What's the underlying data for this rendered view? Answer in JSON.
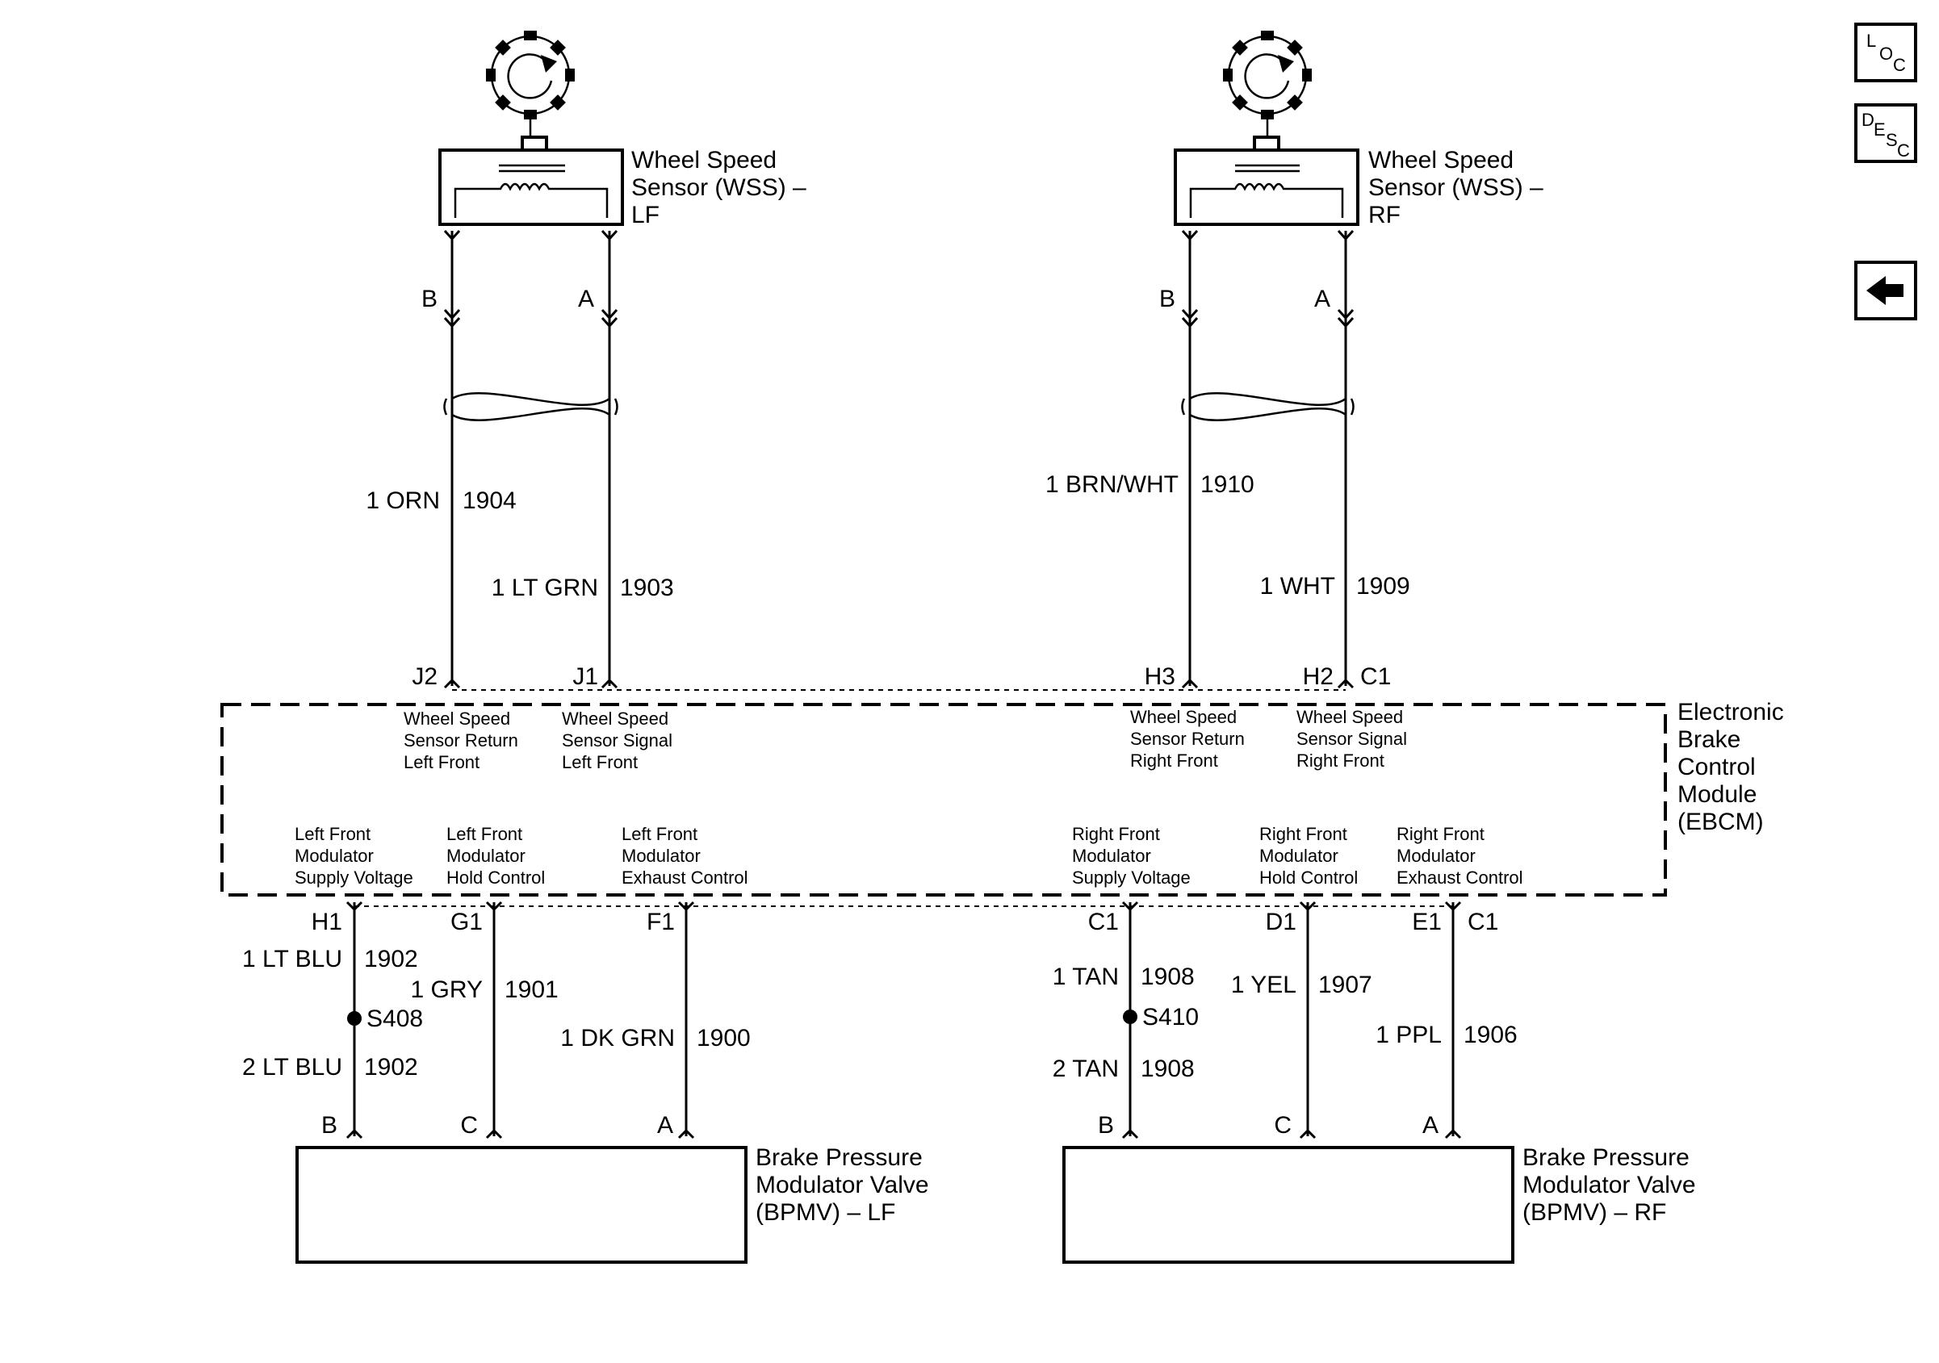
{
  "nav": {
    "loc": {
      "l1": "L",
      "l2": "O",
      "l3": "C"
    },
    "desc": {
      "l1": "D",
      "l2": "E",
      "l3": "S",
      "l4": "C"
    },
    "back_icon": "arrow-left-icon"
  },
  "wss_lf": {
    "l1": "Wheel Speed",
    "l2": "Sensor (WSS) –",
    "l3": "LF",
    "pin_b": "B",
    "pin_a": "A"
  },
  "wss_rf": {
    "l1": "Wheel Speed",
    "l2": "Sensor (WSS) –",
    "l3": "RF",
    "pin_b": "B",
    "pin_a": "A"
  },
  "wires_top": {
    "lf_return": {
      "color": "1 ORN",
      "circuit": "1904"
    },
    "lf_signal": {
      "color": "1 LT GRN",
      "circuit": "1903"
    },
    "rf_return": {
      "color": "1 BRN/WHT",
      "circuit": "1910"
    },
    "rf_signal": {
      "color": "1 WHT",
      "circuit": "1909"
    }
  },
  "ebcm_top_pins": {
    "j2": "J2",
    "j1": "J1",
    "h3": "H3",
    "h2": "H2",
    "c1": "C1"
  },
  "ebcm": {
    "name": {
      "l1": "Electronic",
      "l2": "Brake",
      "l3": "Control",
      "l4": "Module",
      "l5": "(EBCM)"
    },
    "lf_return": {
      "l1": "Wheel Speed",
      "l2": "Sensor Return",
      "l3": "Left Front"
    },
    "lf_signal": {
      "l1": "Wheel Speed",
      "l2": "Sensor Signal",
      "l3": "Left Front"
    },
    "rf_return": {
      "l1": "Wheel Speed",
      "l2": "Sensor Return",
      "l3": "Right Front"
    },
    "rf_signal": {
      "l1": "Wheel Speed",
      "l2": "Sensor Signal",
      "l3": "Right Front"
    },
    "lf_supply": {
      "l1": "Left Front",
      "l2": "Modulator",
      "l3": "Supply Voltage"
    },
    "lf_hold": {
      "l1": "Left Front",
      "l2": "Modulator",
      "l3": "Hold Control"
    },
    "lf_exhaust": {
      "l1": "Left Front",
      "l2": "Modulator",
      "l3": "Exhaust Control"
    },
    "rf_supply": {
      "l1": "Right Front",
      "l2": "Modulator",
      "l3": "Supply Voltage"
    },
    "rf_hold": {
      "l1": "Right Front",
      "l2": "Modulator",
      "l3": "Hold Control"
    },
    "rf_exhaust": {
      "l1": "Right Front",
      "l2": "Modulator",
      "l3": "Exhaust Control"
    }
  },
  "ebcm_bottom_pins": {
    "h1": "H1",
    "g1": "G1",
    "f1": "F1",
    "c1a": "C1",
    "d1": "D1",
    "e1": "E1",
    "c1b": "C1"
  },
  "wires_bottom": {
    "lf_supply_up": {
      "color": "1 LT BLU",
      "circuit": "1902"
    },
    "lf_supply_down": {
      "color": "2 LT BLU",
      "circuit": "1902"
    },
    "lf_splice": "S408",
    "lf_hold": {
      "color": "1 GRY",
      "circuit": "1901"
    },
    "lf_exhaust": {
      "color": "1 DK GRN",
      "circuit": "1900"
    },
    "rf_supply_up": {
      "color": "1 TAN",
      "circuit": "1908"
    },
    "rf_supply_down": {
      "color": "2 TAN",
      "circuit": "1908"
    },
    "rf_splice": "S410",
    "rf_hold": {
      "color": "1 YEL",
      "circuit": "1907"
    },
    "rf_exhaust": {
      "color": "1 PPL",
      "circuit": "1906"
    }
  },
  "bpmv_lf": {
    "l1": "Brake Pressure",
    "l2": "Modulator Valve",
    "l3": "(BPMV) – LF",
    "pin_b": "B",
    "pin_c": "C",
    "pin_a": "A"
  },
  "bpmv_rf": {
    "l1": "Brake Pressure",
    "l2": "Modulator Valve",
    "l3": "(BPMV) – RF",
    "pin_b": "B",
    "pin_c": "C",
    "pin_a": "A"
  },
  "icons": {
    "tone_wheel": "tone-wheel-icon",
    "coil": "sensor-coil-icon",
    "twist": "twisted-pair-icon",
    "splice": "splice-dot-icon"
  }
}
